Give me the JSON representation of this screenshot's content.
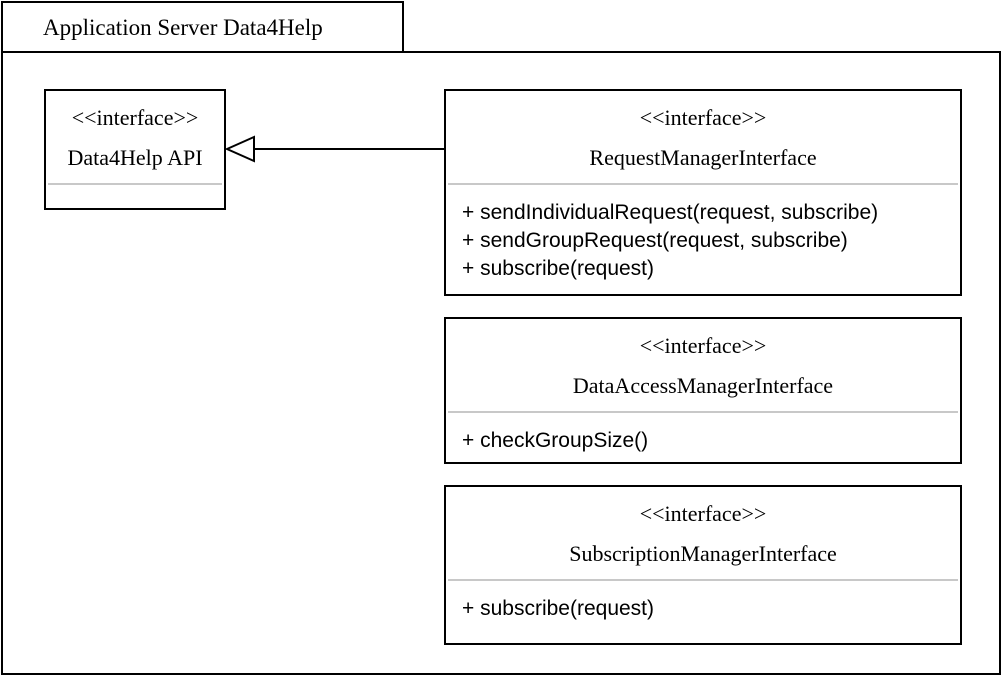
{
  "package": {
    "title": "Application Server Data4Help"
  },
  "classes": {
    "api": {
      "stereotype": "<<interface>>",
      "name": "Data4Help API",
      "methods": []
    },
    "request_manager": {
      "stereotype": "<<interface>>",
      "name": "RequestManagerInterface",
      "methods": [
        "+ sendIndividualRequest(request, subscribe)",
        "+ sendGroupRequest(request, subscribe)",
        "+ subscribe(request)"
      ]
    },
    "data_access_manager": {
      "stereotype": "<<interface>>",
      "name": "DataAccessManagerInterface",
      "methods": [
        "+ checkGroupSize()"
      ]
    },
    "subscription_manager": {
      "stereotype": "<<interface>>",
      "name": "SubscriptionManagerInterface",
      "methods": [
        "+ subscribe(request)"
      ]
    }
  },
  "relations": [
    {
      "type": "realization",
      "from": "RequestManagerInterface",
      "to": "Data4Help API"
    }
  ]
}
